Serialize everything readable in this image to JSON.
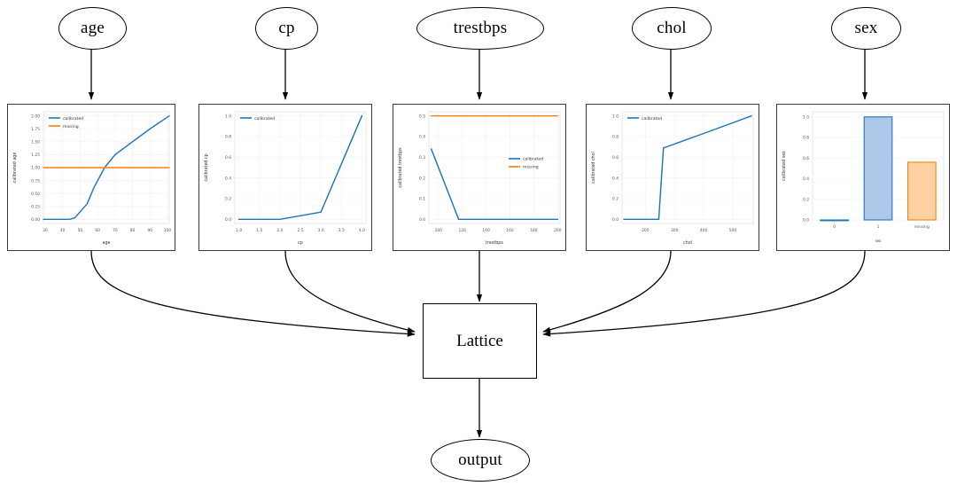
{
  "diagram": {
    "type": "calibrated-lattice-model-graph",
    "input_nodes": [
      {
        "id": "age",
        "label": "age"
      },
      {
        "id": "cp",
        "label": "cp"
      },
      {
        "id": "trestbps",
        "label": "trestbps"
      },
      {
        "id": "chol",
        "label": "chol"
      },
      {
        "id": "sex",
        "label": "sex"
      }
    ],
    "lattice_node": {
      "id": "lattice",
      "label": "Lattice"
    },
    "output_node": {
      "id": "output",
      "label": "output"
    }
  },
  "colors": {
    "calibrated": "#1f77b4",
    "missing": "#ff7f0e",
    "bar_fill_calibrated": "#aec7e8",
    "bar_edge_calibrated": "#1f77b4",
    "bar_fill_missing": "#ffd2a3",
    "bar_edge_missing": "#ff7f0e",
    "edge": "#000000",
    "panel_border": "#3b3b3b",
    "grid": "#f2f2f2"
  },
  "legend_labels": {
    "calibrated": "calibrated",
    "missing": "missing"
  },
  "chart_data": [
    {
      "id": "age",
      "type": "line",
      "title": "",
      "xlabel": "age",
      "ylabel": "calibrated age",
      "xlim": [
        29,
        101
      ],
      "ylim": [
        -0.08,
        2.08
      ],
      "xticks": [
        30,
        40,
        50,
        60,
        70,
        80,
        90,
        100
      ],
      "xticklabels": [
        "30",
        "40",
        "50",
        "60",
        "70",
        "80",
        "90",
        "100"
      ],
      "yticks": [
        0.0,
        0.25,
        0.5,
        0.75,
        1.0,
        1.25,
        1.5,
        1.75,
        2.0
      ],
      "yticklabels": [
        "0.00",
        "0.25",
        "0.50",
        "0.75",
        "1.00",
        "1.25",
        "1.50",
        "1.75",
        "2.00"
      ],
      "legend": [
        "calibrated",
        "missing"
      ],
      "legend_position": "upper left",
      "grid": true,
      "series": [
        {
          "name": "calibrated",
          "color": "#1f77b4",
          "x": [
            29,
            44,
            47,
            54,
            58,
            64,
            70,
            80,
            90,
            101
          ],
          "y": [
            0.0,
            0.0,
            0.03,
            0.3,
            0.62,
            1.0,
            1.25,
            1.5,
            1.75,
            2.0
          ]
        },
        {
          "name": "missing",
          "color": "#ff7f0e",
          "x": [
            29,
            101
          ],
          "y": [
            1.0,
            1.0
          ]
        }
      ]
    },
    {
      "id": "cp",
      "type": "line",
      "title": "",
      "xlabel": "cp",
      "ylabel": "calibrated cp",
      "xlim": [
        0.9,
        4.1
      ],
      "ylim": [
        -0.04,
        1.04
      ],
      "xticks": [
        1.0,
        1.5,
        2.0,
        2.5,
        3.0,
        3.5,
        4.0
      ],
      "xticklabels": [
        "1.0",
        "1.5",
        "2.0",
        "2.5",
        "3.0",
        "3.5",
        "4.0"
      ],
      "yticks": [
        0.0,
        0.2,
        0.4,
        0.6,
        0.8,
        1.0
      ],
      "yticklabels": [
        "0.0",
        "0.2",
        "0.4",
        "0.6",
        "0.8",
        "1.0"
      ],
      "legend": [
        "calibrated"
      ],
      "legend_position": "upper left",
      "grid": true,
      "series": [
        {
          "name": "calibrated",
          "color": "#1f77b4",
          "x": [
            1.0,
            2.0,
            3.0,
            4.0
          ],
          "y": [
            0.0,
            0.0,
            0.07,
            1.0
          ]
        }
      ]
    },
    {
      "id": "trestbps",
      "type": "line",
      "title": "",
      "xlabel": "trestbps",
      "ylabel": "calibrated trestbps",
      "xlim": [
        92,
        202
      ],
      "ylim": [
        -0.02,
        0.52
      ],
      "xticks": [
        100,
        120,
        140,
        160,
        180,
        200
      ],
      "xticklabels": [
        "100",
        "120",
        "140",
        "160",
        "180",
        "200"
      ],
      "yticks": [
        0.0,
        0.1,
        0.2,
        0.3,
        0.4,
        0.5
      ],
      "yticklabels": [
        "0.0",
        "0.1",
        "0.2",
        "0.3",
        "0.4",
        "0.5"
      ],
      "legend": [
        "calibrated",
        "missing"
      ],
      "legend_position": "center right",
      "grid": true,
      "series": [
        {
          "name": "calibrated",
          "color": "#1f77b4",
          "x": [
            94,
            117,
            140,
            170,
            200
          ],
          "y": [
            0.34,
            0.0,
            0.0,
            0.0,
            0.0
          ]
        },
        {
          "name": "missing",
          "color": "#ff7f0e",
          "x": [
            94,
            200
          ],
          "y": [
            0.5,
            0.5
          ]
        }
      ]
    },
    {
      "id": "chol",
      "type": "line",
      "title": "",
      "xlabel": "chol",
      "ylabel": "calibrated chol",
      "xlim": [
        120,
        570
      ],
      "ylim": [
        -0.04,
        1.04
      ],
      "xticks": [
        200,
        300,
        400,
        500
      ],
      "xticklabels": [
        "200",
        "300",
        "400",
        "500"
      ],
      "yticks": [
        0.0,
        0.2,
        0.4,
        0.6,
        0.8,
        1.0
      ],
      "yticklabels": [
        "0.0",
        "0.2",
        "0.4",
        "0.6",
        "0.8",
        "1.0"
      ],
      "legend": [
        "calibrated"
      ],
      "legend_position": "upper left",
      "grid": true,
      "series": [
        {
          "name": "calibrated",
          "color": "#1f77b4",
          "x": [
            126,
            246,
            262,
            282,
            400,
            564
          ],
          "y": [
            0.0,
            0.0,
            0.69,
            0.71,
            0.83,
            1.0
          ]
        }
      ]
    },
    {
      "id": "sex",
      "type": "bar",
      "title": "",
      "xlabel": "sex",
      "ylabel": "calibrated sex",
      "categories": [
        "0",
        "1",
        "missing"
      ],
      "values": [
        0.0,
        1.0,
        0.56
      ],
      "ylim": [
        0,
        1.05
      ],
      "yticks": [
        0.0,
        0.2,
        0.4,
        0.6,
        0.8,
        1.0
      ],
      "yticklabels": [
        "0.0",
        "0.2",
        "0.4",
        "0.6",
        "0.8",
        "1.0"
      ],
      "bar_colors": [
        "#aec7e8",
        "#aec7e8",
        "#ffd2a3"
      ],
      "bar_edge_colors": [
        "#1f77b4",
        "#1f77b4",
        "#ff7f0e"
      ],
      "grid": true,
      "legend": [],
      "legend_position": "none"
    }
  ]
}
